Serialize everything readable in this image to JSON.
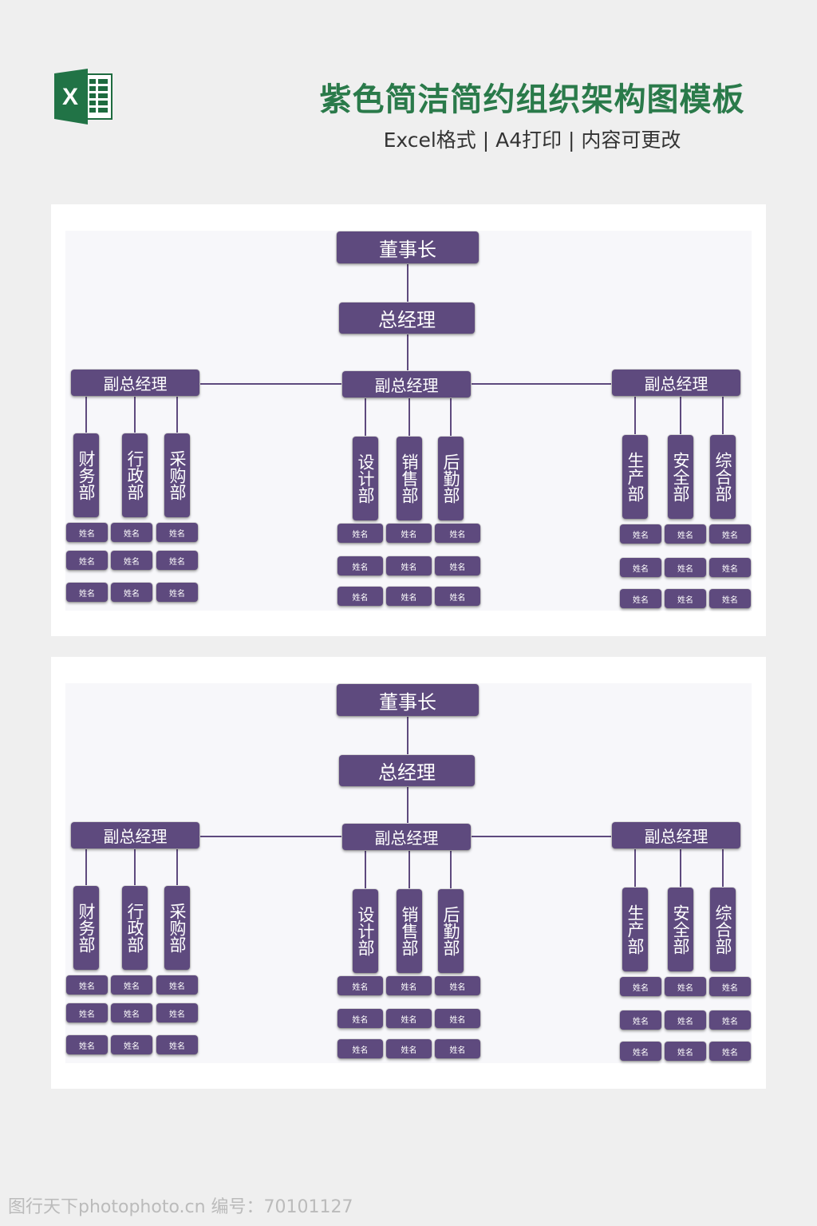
{
  "header": {
    "title": "紫色简洁简约组织架构图模板",
    "subtitle": "Excel格式 | A4打印 | 内容可更改",
    "logo_letter": "X"
  },
  "colors": {
    "purple": "#5e4a7e",
    "green": "#2a7a4a"
  },
  "charts": [
    {
      "chairman": "董事长",
      "gm": "总经理",
      "vps": [
        {
          "label": "副总经理",
          "depts": [
            {
              "label": "财务部",
              "names": [
                "姓名",
                "姓名",
                "姓名"
              ]
            },
            {
              "label": "行政部",
              "names": [
                "姓名",
                "姓名",
                "姓名"
              ]
            },
            {
              "label": "采购部",
              "names": [
                "姓名",
                "姓名",
                "姓名"
              ]
            }
          ]
        },
        {
          "label": "副总经理",
          "depts": [
            {
              "label": "设计部",
              "names": [
                "姓名",
                "姓名",
                "姓名"
              ]
            },
            {
              "label": "销售部",
              "names": [
                "姓名",
                "姓名",
                "姓名"
              ]
            },
            {
              "label": "后勤部",
              "names": [
                "姓名",
                "姓名",
                "姓名"
              ]
            }
          ]
        },
        {
          "label": "副总经理",
          "depts": [
            {
              "label": "生产部",
              "names": [
                "姓名",
                "姓名",
                "姓名"
              ]
            },
            {
              "label": "安全部",
              "names": [
                "姓名",
                "姓名",
                "姓名"
              ]
            },
            {
              "label": "综合部",
              "names": [
                "姓名",
                "姓名",
                "姓名"
              ]
            }
          ]
        }
      ]
    },
    {
      "chairman": "董事长",
      "gm": "总经理",
      "vps": [
        {
          "label": "副总经理",
          "depts": [
            {
              "label": "财务部",
              "names": [
                "姓名",
                "姓名",
                "姓名"
              ]
            },
            {
              "label": "行政部",
              "names": [
                "姓名",
                "姓名",
                "姓名"
              ]
            },
            {
              "label": "采购部",
              "names": [
                "姓名",
                "姓名",
                "姓名"
              ]
            }
          ]
        },
        {
          "label": "副总经理",
          "depts": [
            {
              "label": "设计部",
              "names": [
                "姓名",
                "姓名",
                "姓名"
              ]
            },
            {
              "label": "销售部",
              "names": [
                "姓名",
                "姓名",
                "姓名"
              ]
            },
            {
              "label": "后勤部",
              "names": [
                "姓名",
                "姓名",
                "姓名"
              ]
            }
          ]
        },
        {
          "label": "副总经理",
          "depts": [
            {
              "label": "生产部",
              "names": [
                "姓名",
                "姓名",
                "姓名"
              ]
            },
            {
              "label": "安全部",
              "names": [
                "姓名",
                "姓名",
                "姓名"
              ]
            },
            {
              "label": "综合部",
              "names": [
                "姓名",
                "姓名",
                "姓名"
              ]
            }
          ]
        }
      ]
    }
  ],
  "watermark": "图行天下photophoto.cn 编号：70101127"
}
